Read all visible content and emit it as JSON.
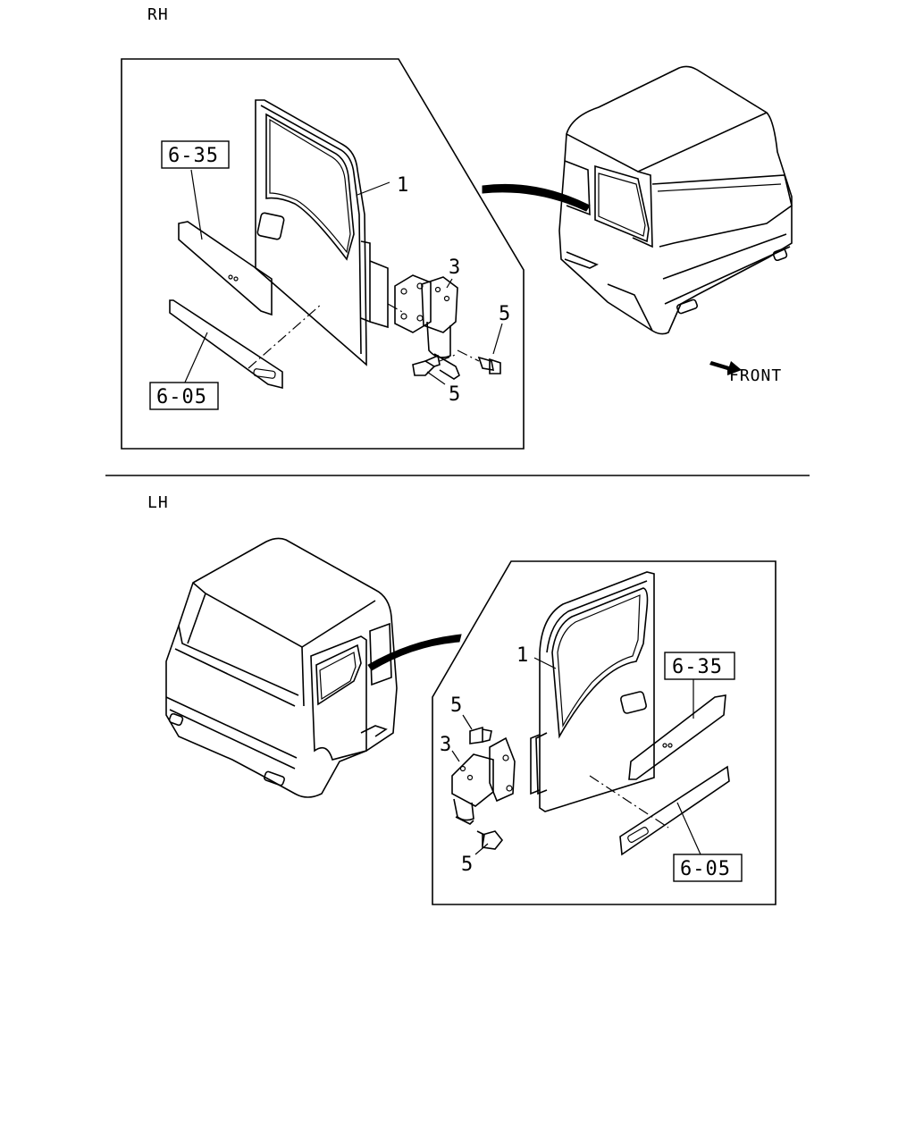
{
  "sections": {
    "rh": {
      "label": "RH",
      "callouts": {
        "door": "1",
        "hinge": "3",
        "bolt_upper": "5",
        "bolt_lower": "5",
        "ref_upper": "6-35",
        "ref_lower": "6-05"
      },
      "direction_label": "FRONT"
    },
    "lh": {
      "label": "LH",
      "callouts": {
        "door": "1",
        "hinge": "3",
        "bolt_upper": "5",
        "bolt_lower": "5",
        "ref_upper": "6-35",
        "ref_lower": "6-05"
      }
    }
  }
}
